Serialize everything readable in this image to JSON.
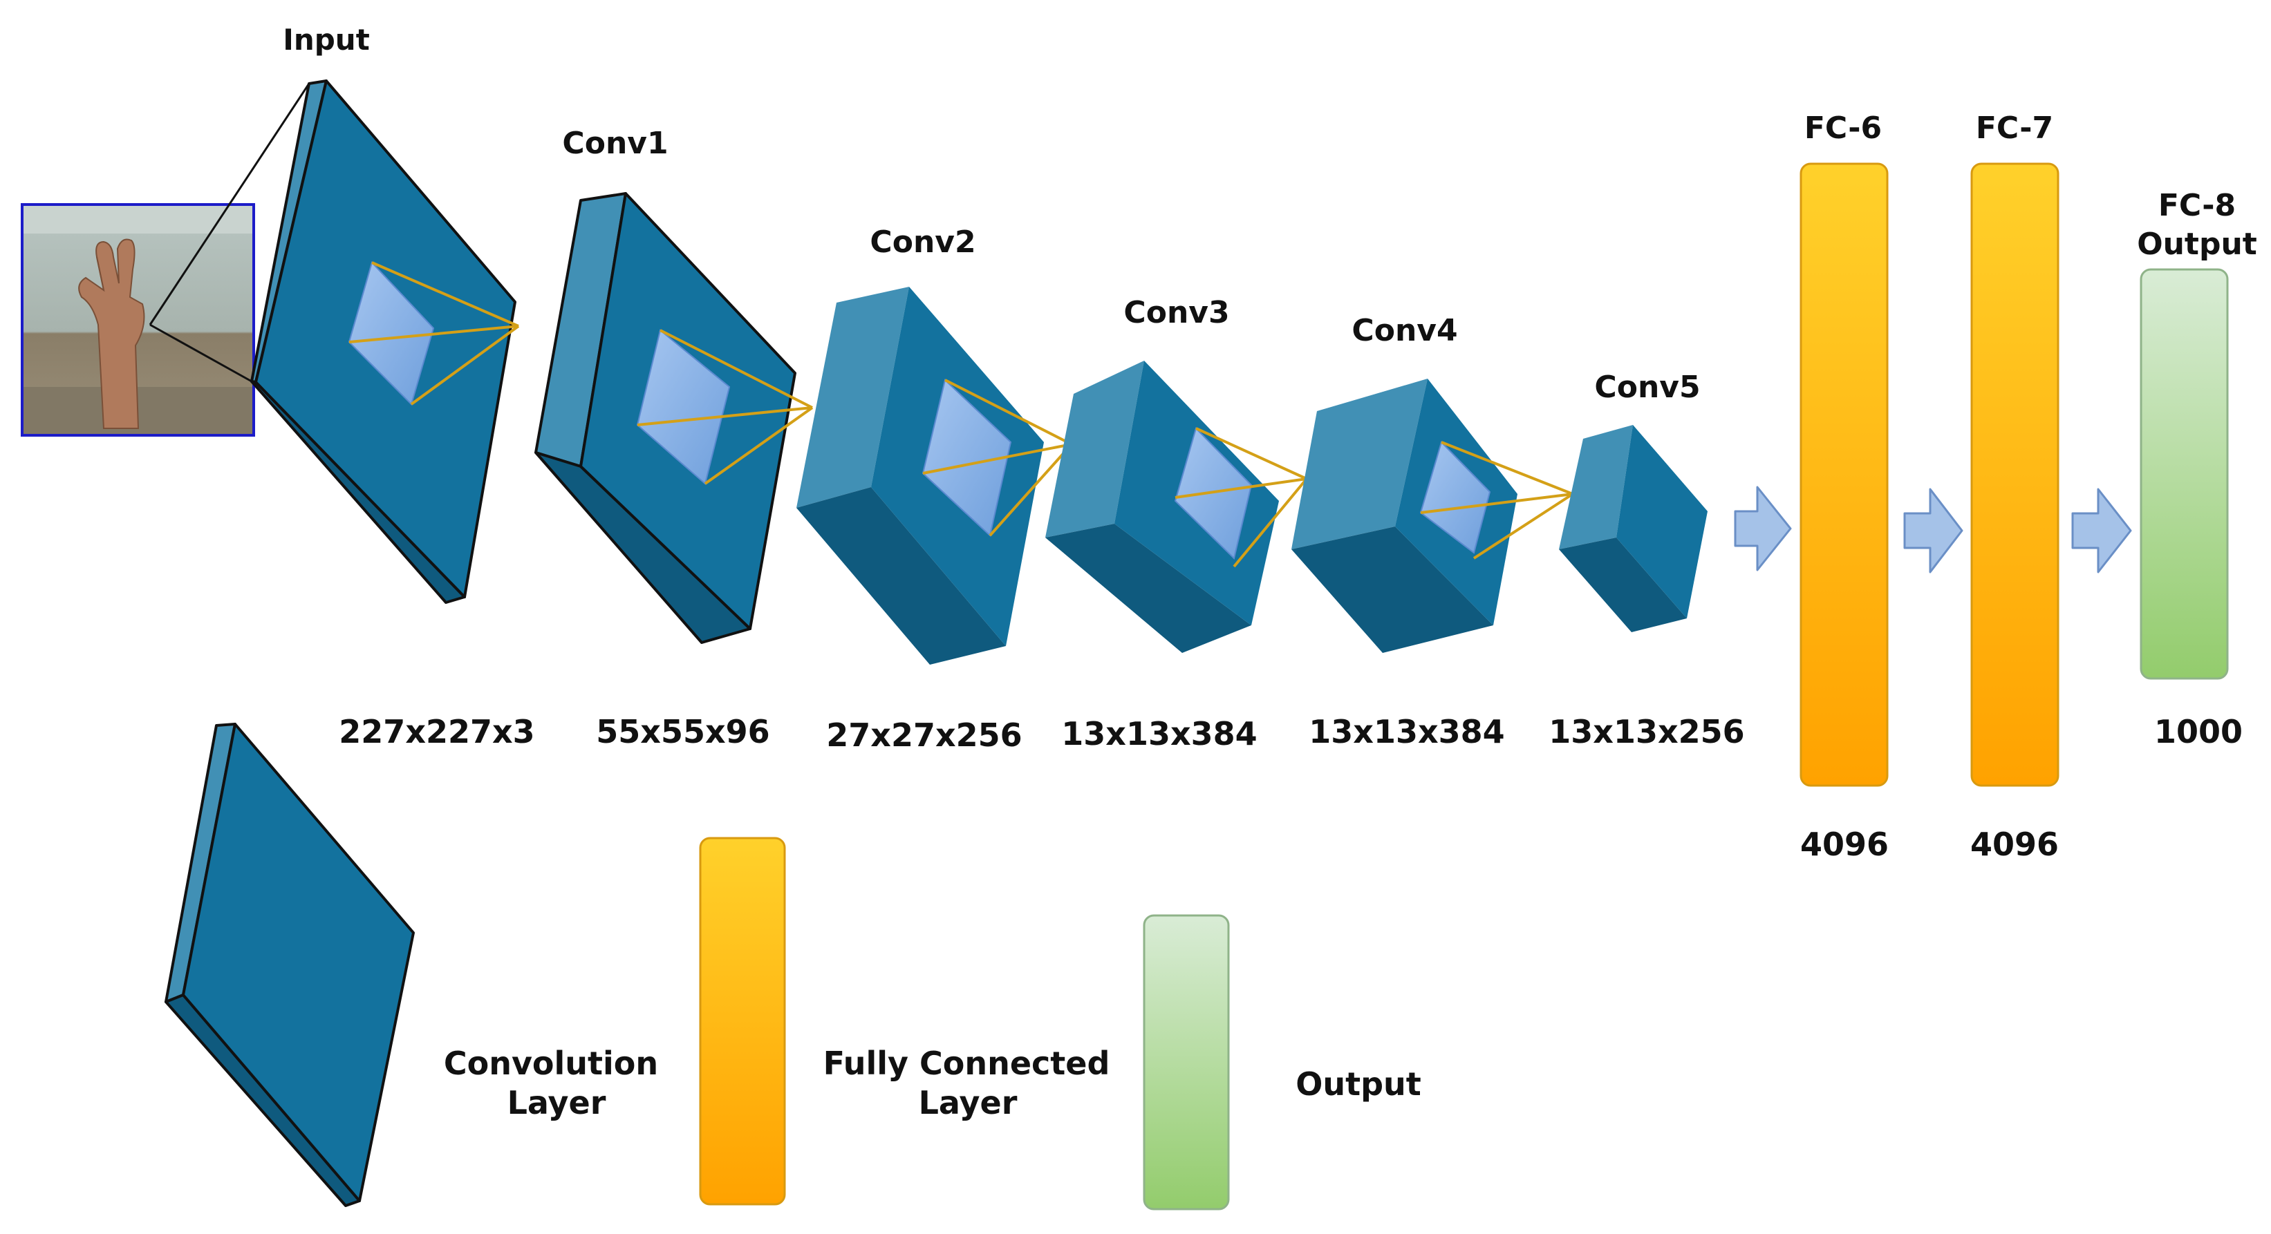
{
  "layers": {
    "input": {
      "title": "Input",
      "dims": "227x227x3"
    },
    "conv1": {
      "title": "Conv1",
      "dims": "55x55x96"
    },
    "conv2": {
      "title": "Conv2",
      "dims": "27x27x256"
    },
    "conv3": {
      "title": "Conv3",
      "dims": "13x13x384"
    },
    "conv4": {
      "title": "Conv4",
      "dims": "13x13x384"
    },
    "conv5": {
      "title": "Conv5",
      "dims": "13x13x256"
    },
    "fc6": {
      "title": "FC-6",
      "dims": "4096"
    },
    "fc7": {
      "title": "FC-7",
      "dims": "4096"
    },
    "fc8": {
      "title_line1": "FC-8",
      "title_line2": "Output",
      "dims": "1000"
    }
  },
  "legend": {
    "conv_line1": "Convolution",
    "conv_line2": "Layer",
    "fc_line1": "Fully Connected",
    "fc_line2": "Layer",
    "output": "Output"
  },
  "colors": {
    "conv_front": "#13729e",
    "conv_side": "#4190b5",
    "conv_bottom": "#0f5a7e",
    "kernel": "#79a8e0",
    "kernel_lines": "#d4a017",
    "fc_top": "#ffd12b",
    "fc_bottom": "#ffa200",
    "output_top": "#d9ecd6",
    "output_bottom": "#93cc6c",
    "arrow": "#a5c2e8",
    "input_border": "#1c1cc8"
  },
  "icons": {
    "input_image": "hand-photo-thumbnail",
    "flow_arrow": "right-block-arrow"
  }
}
